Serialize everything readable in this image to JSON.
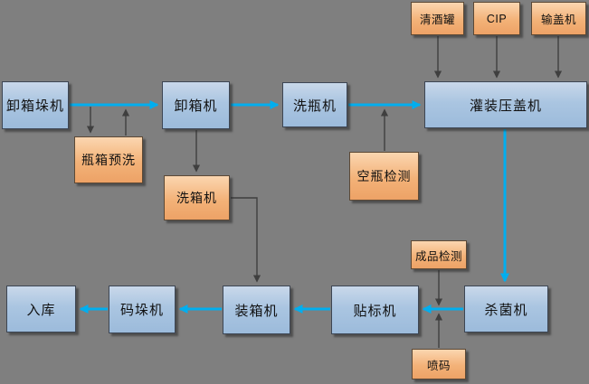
{
  "diagram": {
    "type": "flowchart",
    "subject": "bottling-filling-production-line",
    "background_color": "#7f7f7f",
    "colors": {
      "process_box_top": "#c9d8ea",
      "process_box_bottom": "#9cbbdb",
      "aux_box_top": "#fbd6b0",
      "aux_box_bottom": "#eda266",
      "box_border": "#3d4654",
      "main_flow_arrow": "#00aeef",
      "aux_arrow": "#3f3f3f",
      "text": "#111111"
    },
    "nodes": {
      "depalletizer": {
        "label": "卸箱垛机",
        "type": "process"
      },
      "crate_prewash": {
        "label": "瓶箱预洗",
        "type": "aux"
      },
      "decrater": {
        "label": "卸箱机",
        "type": "process"
      },
      "crate_washer": {
        "label": "洗箱机",
        "type": "aux"
      },
      "bottle_washer": {
        "label": "洗瓶机",
        "type": "process"
      },
      "empty_bottle_check": {
        "label": "空瓶检测",
        "type": "aux"
      },
      "beer_tank": {
        "label": "清酒罐",
        "type": "aux"
      },
      "cip": {
        "label": "CIP",
        "type": "aux"
      },
      "cap_feeder": {
        "label": "输盖机",
        "type": "aux"
      },
      "filler_capper": {
        "label": "灌装压盖机",
        "type": "process"
      },
      "pasteurizer": {
        "label": "杀菌机",
        "type": "process"
      },
      "finished_check": {
        "label": "成品检测",
        "type": "aux"
      },
      "labeler": {
        "label": "贴标机",
        "type": "process"
      },
      "inkjet_coder": {
        "label": "喷码",
        "type": "aux"
      },
      "case_packer": {
        "label": "装箱机",
        "type": "process"
      },
      "palletizer": {
        "label": "码垛机",
        "type": "process"
      },
      "warehouse": {
        "label": "入库",
        "type": "process"
      }
    },
    "edges": [
      {
        "from": "depalletizer",
        "to": "decrater",
        "style": "main"
      },
      {
        "from": "decrater",
        "to": "bottle_washer",
        "style": "main"
      },
      {
        "from": "bottle_washer",
        "to": "filler_capper",
        "style": "main"
      },
      {
        "from": "filler_capper",
        "to": "pasteurizer",
        "style": "main"
      },
      {
        "from": "pasteurizer",
        "to": "labeler",
        "style": "main"
      },
      {
        "from": "labeler",
        "to": "case_packer",
        "style": "main"
      },
      {
        "from": "case_packer",
        "to": "palletizer",
        "style": "main"
      },
      {
        "from": "palletizer",
        "to": "warehouse",
        "style": "main"
      },
      {
        "from": "depalletizer_decrater_line",
        "to": "crate_prewash",
        "style": "aux"
      },
      {
        "from": "crate_prewash",
        "to": "depalletizer_decrater_line",
        "style": "aux"
      },
      {
        "from": "decrater",
        "to": "crate_washer",
        "style": "aux"
      },
      {
        "from": "crate_washer",
        "to": "case_packer",
        "style": "aux",
        "shape": "elbow"
      },
      {
        "from": "empty_bottle_check",
        "to": "bottle_washer_filler_line",
        "style": "aux"
      },
      {
        "from": "beer_tank",
        "to": "filler_capper",
        "style": "aux"
      },
      {
        "from": "cip",
        "to": "filler_capper",
        "style": "aux"
      },
      {
        "from": "cap_feeder",
        "to": "filler_capper",
        "style": "aux"
      },
      {
        "from": "finished_check",
        "to": "pasteurizer_labeler_line",
        "style": "aux"
      },
      {
        "from": "inkjet_coder",
        "to": "pasteurizer_labeler_line",
        "style": "aux"
      }
    ]
  }
}
